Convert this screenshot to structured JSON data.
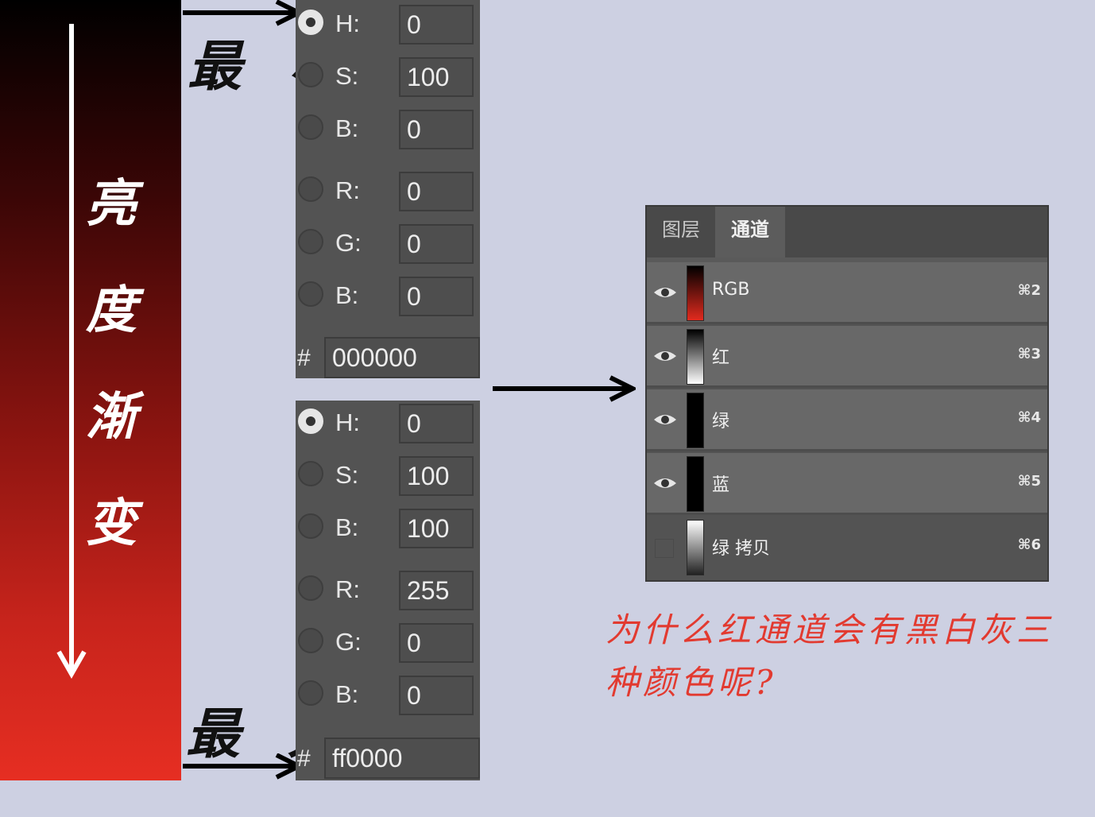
{
  "side_label": {
    "chars": [
      "亮",
      "度",
      "渐",
      "变"
    ]
  },
  "labels": {
    "min": "最 小",
    "max": "最 大"
  },
  "picker_top": {
    "rows": [
      {
        "label": "H:",
        "value": "0",
        "selected": true
      },
      {
        "label": "S:",
        "value": "100",
        "selected": false
      },
      {
        "label": "B:",
        "value": "0",
        "selected": false
      },
      {
        "label": "R:",
        "value": "0",
        "selected": false
      },
      {
        "label": "G:",
        "value": "0",
        "selected": false
      },
      {
        "label": "B:",
        "value": "0",
        "selected": false
      }
    ],
    "hash": "#",
    "hex": "000000"
  },
  "picker_bottom": {
    "rows": [
      {
        "label": "H:",
        "value": "0",
        "selected": true
      },
      {
        "label": "S:",
        "value": "100",
        "selected": false
      },
      {
        "label": "B:",
        "value": "100",
        "selected": false
      },
      {
        "label": "R:",
        "value": "255",
        "selected": false
      },
      {
        "label": "G:",
        "value": "0",
        "selected": false
      },
      {
        "label": "B:",
        "value": "0",
        "selected": false
      }
    ],
    "hash": "#",
    "hex": "ff0000"
  },
  "channels_panel": {
    "tabs": [
      "图层",
      "通道"
    ],
    "active_tab": "通道",
    "rows": [
      {
        "name": "RGB",
        "shortcut": "⌘2",
        "visible": true,
        "thumb": "red-gradient"
      },
      {
        "name": "红",
        "shortcut": "⌘3",
        "visible": true,
        "thumb": "gray-gradient"
      },
      {
        "name": "绿",
        "shortcut": "⌘4",
        "visible": true,
        "thumb": "black"
      },
      {
        "name": "蓝",
        "shortcut": "⌘5",
        "visible": true,
        "thumb": "black"
      },
      {
        "name": "绿 拷贝",
        "shortcut": "⌘6",
        "visible": false,
        "thumb": "white-gradient"
      }
    ]
  },
  "question": {
    "line1": "为什么红通道会有黑白灰三",
    "line2": "种颜色呢?"
  },
  "colors": {
    "background": "#cdd0e2",
    "gradient_top": "#000000",
    "gradient_bottom": "#e62e22",
    "question_text": "#e23a30"
  }
}
